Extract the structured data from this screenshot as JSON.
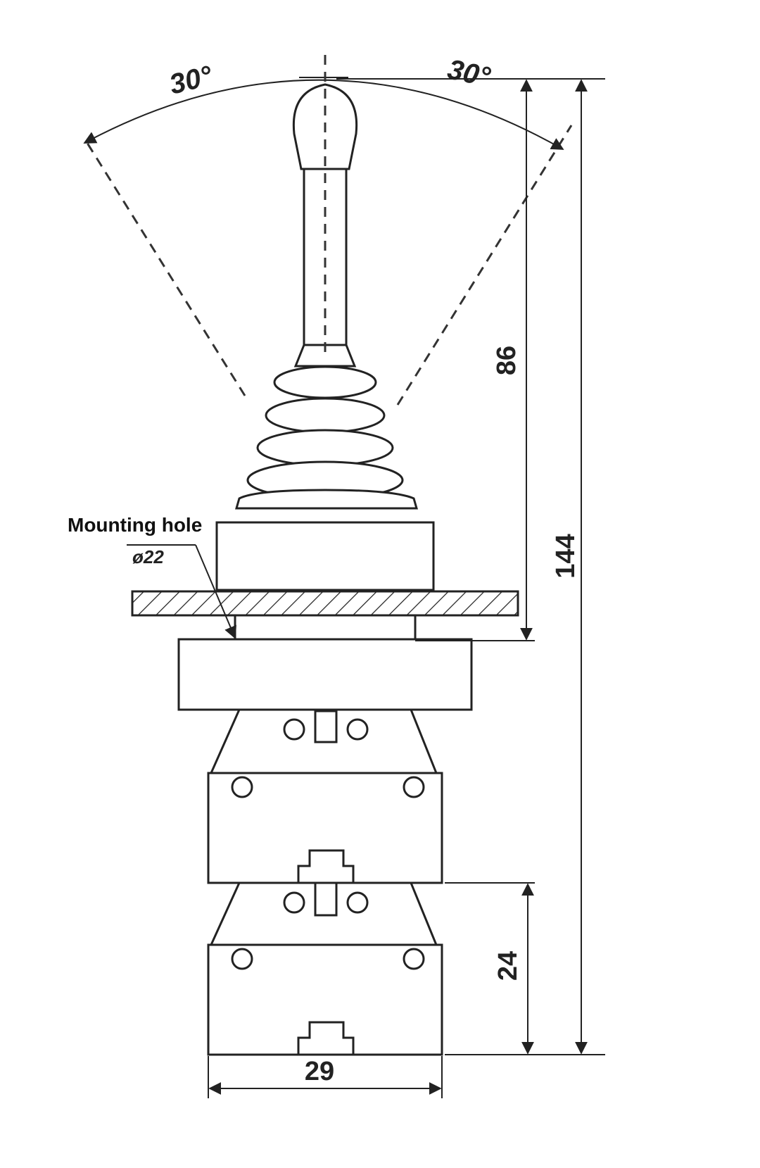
{
  "angles": {
    "left": "30°",
    "right": "30°"
  },
  "dimensions": {
    "handle_height": "86",
    "overall_height": "144",
    "module_height": "24",
    "width": "29"
  },
  "labels": {
    "mounting_hole": "Mounting hole",
    "mounting_hole_diameter": "ø22"
  }
}
